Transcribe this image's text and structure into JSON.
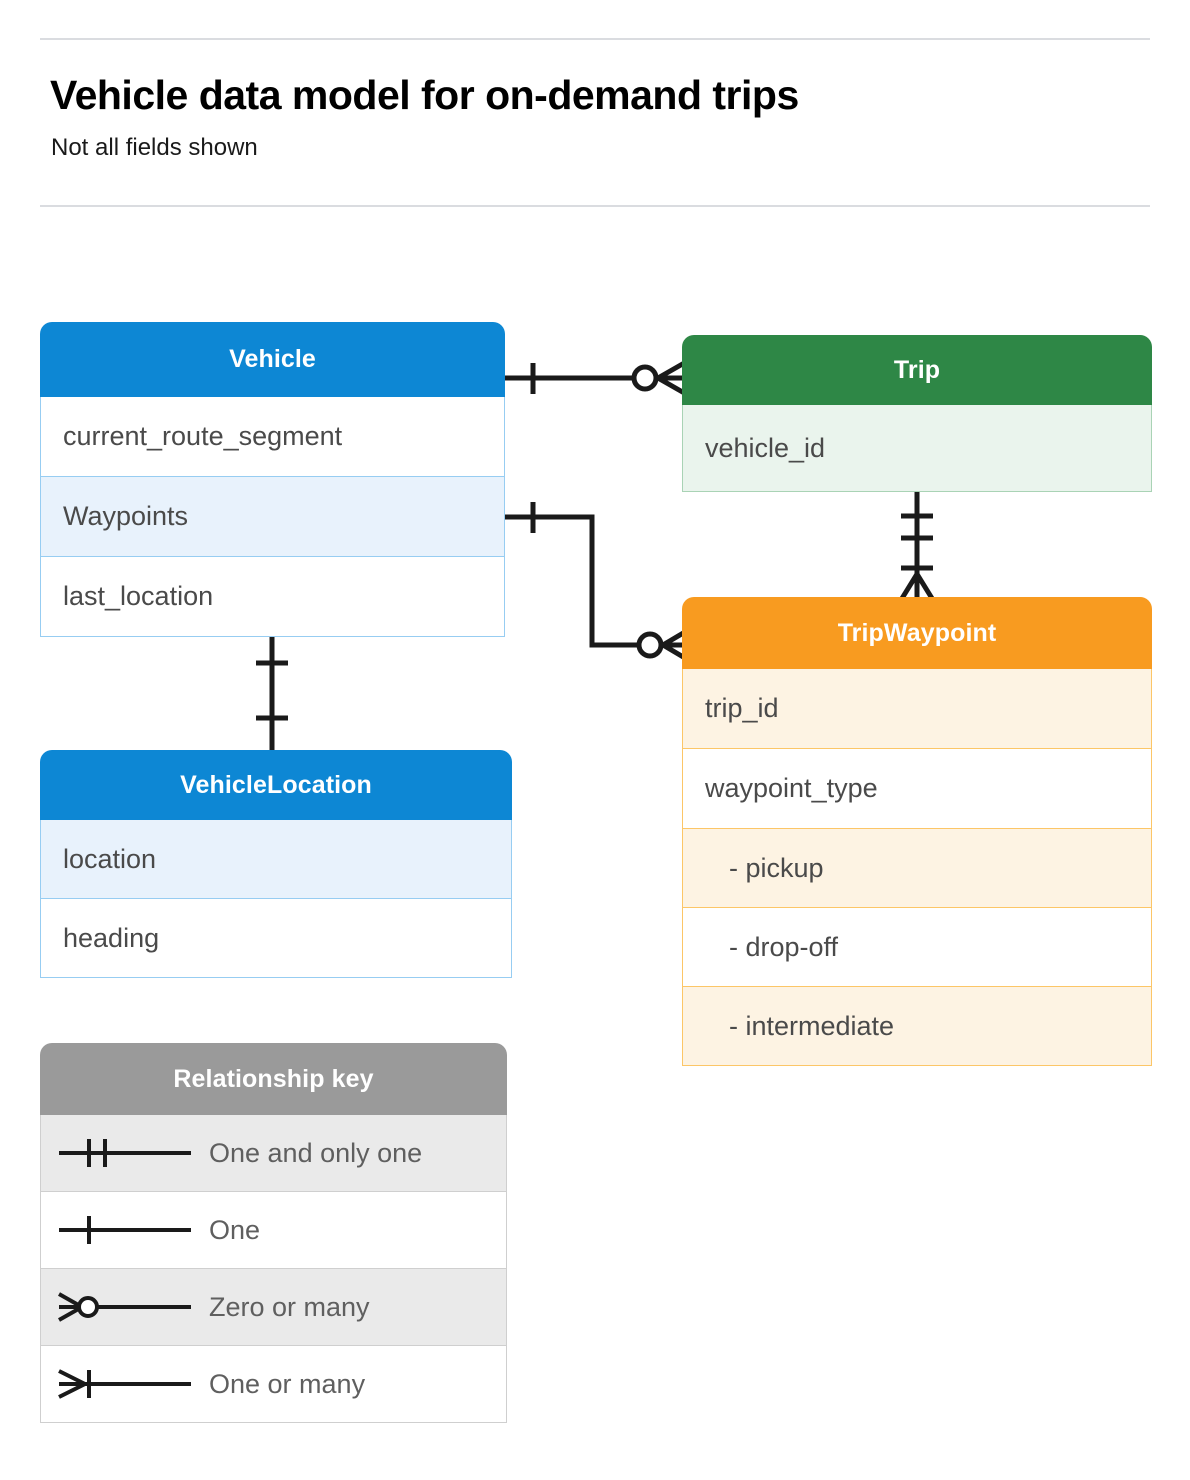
{
  "header": {
    "title": "Vehicle data model for on-demand trips",
    "subtitle": "Not all fields shown"
  },
  "colors": {
    "blue": "#0d87d4",
    "blue_row_alt": "#e8f2fc",
    "blue_border": "#97cdf2",
    "green": "#2e8746",
    "green_row_alt": "#eaf4ed",
    "green_border": "#a9d3b5",
    "orange": "#f89b20",
    "orange_row_alt": "#fdf3e3",
    "orange_border": "#fcc667",
    "grey": "#9a9a9a",
    "grey_row_alt": "#eaeaea",
    "line": "#1a1a1a",
    "rule": "#dadce0"
  },
  "entities": [
    {
      "name": "Vehicle",
      "color": "blue",
      "fields": [
        {
          "label": "current_route_segment",
          "highlighted": false
        },
        {
          "label": "Waypoints",
          "highlighted": true
        },
        {
          "label": "last_location",
          "highlighted": false
        }
      ]
    },
    {
      "name": "Trip",
      "color": "green",
      "fields": [
        {
          "label": "vehicle_id",
          "highlighted": true
        }
      ]
    },
    {
      "name": "TripWaypoint",
      "color": "orange",
      "fields": [
        {
          "label": "trip_id",
          "highlighted": true
        },
        {
          "label": "waypoint_type",
          "highlighted": false
        },
        {
          "label": "-  pickup",
          "highlighted": true
        },
        {
          "label": "-  drop-off",
          "highlighted": false
        },
        {
          "label": "-  intermediate",
          "highlighted": true
        }
      ]
    },
    {
      "name": "VehicleLocation",
      "color": "blue",
      "fields": [
        {
          "label": "location",
          "highlighted": true
        },
        {
          "label": "heading",
          "highlighted": false
        }
      ]
    }
  ],
  "legend": {
    "title": "Relationship key",
    "rows": [
      {
        "label": "One and only one",
        "symbol": "one-and-only-one"
      },
      {
        "label": "One",
        "symbol": "one"
      },
      {
        "label": "Zero or many",
        "symbol": "zero-or-many"
      },
      {
        "label": "One or many",
        "symbol": "one-or-many"
      }
    ]
  },
  "relationships": [
    {
      "from": "Vehicle",
      "to": "Trip",
      "from_cardinality": "one",
      "to_cardinality": "zero-or-many"
    },
    {
      "from": "Vehicle.Waypoints",
      "to": "TripWaypoint",
      "from_cardinality": "one",
      "to_cardinality": "zero-or-many"
    },
    {
      "from": "Trip",
      "to": "TripWaypoint",
      "from_cardinality": "one-and-only-one",
      "to_cardinality": "one-or-many"
    },
    {
      "from": "Vehicle",
      "to": "VehicleLocation",
      "from_cardinality": "one",
      "to_cardinality": "one"
    }
  ]
}
